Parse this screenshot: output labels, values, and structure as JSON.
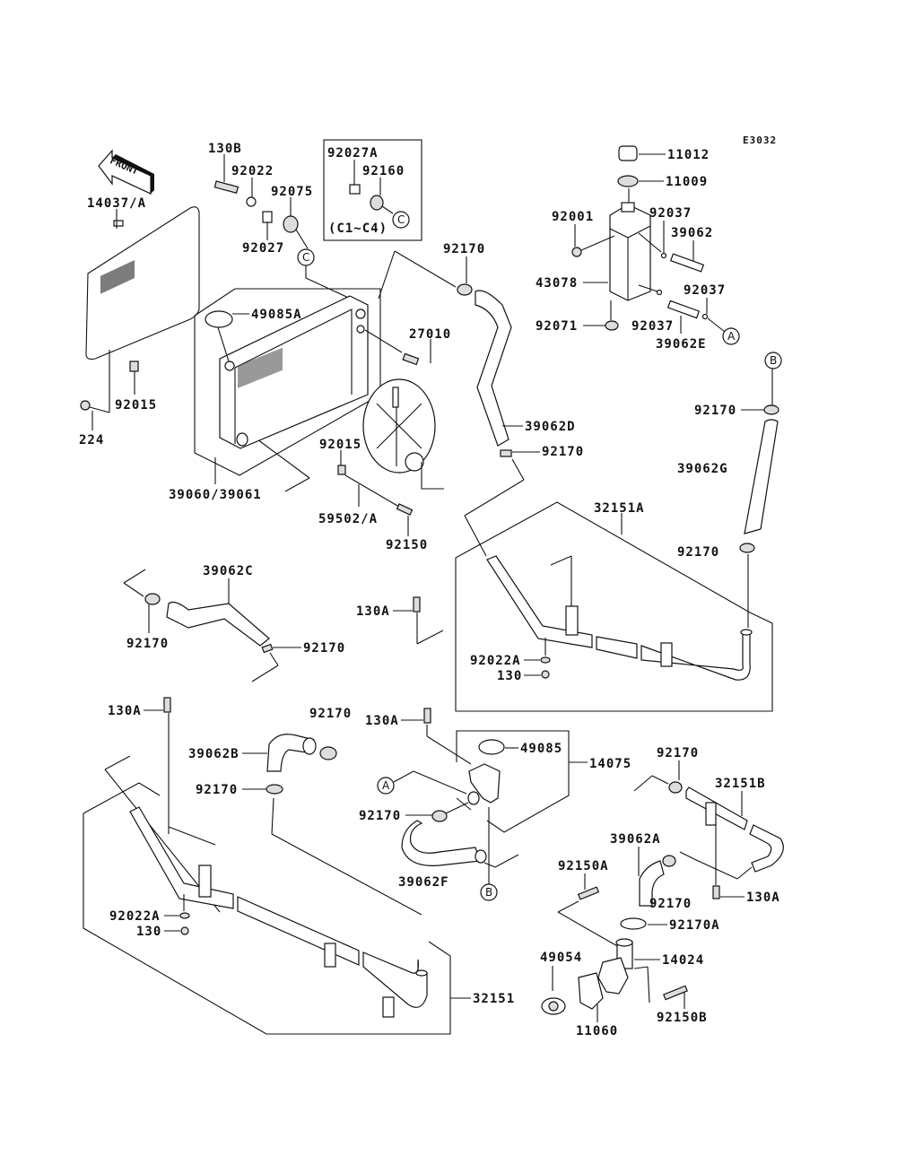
{
  "diagram": {
    "code": "E3032",
    "front_label": "FRONT",
    "refs": {
      "A": "A",
      "B": "B",
      "C": "C"
    },
    "c_range": "(C1~C4)",
    "labels": [
      {
        "id": "130B",
        "text": "130B"
      },
      {
        "id": "92022",
        "text": "92022"
      },
      {
        "id": "92075",
        "text": "92075"
      },
      {
        "id": "92027",
        "text": "92027"
      },
      {
        "id": "92027A",
        "text": "92027A"
      },
      {
        "id": "92160",
        "text": "92160"
      },
      {
        "id": "14037A",
        "text": "14037/A"
      },
      {
        "id": "92015a",
        "text": "92015"
      },
      {
        "id": "224",
        "text": "224"
      },
      {
        "id": "49085A",
        "text": "49085A"
      },
      {
        "id": "27010",
        "text": "27010"
      },
      {
        "id": "3906039061",
        "text": "39060/39061"
      },
      {
        "id": "92015b",
        "text": "92015"
      },
      {
        "id": "59502A",
        "text": "59502/A"
      },
      {
        "id": "92150",
        "text": "92150"
      },
      {
        "id": "92170a",
        "text": "92170"
      },
      {
        "id": "39062D",
        "text": "39062D"
      },
      {
        "id": "92170b",
        "text": "92170"
      },
      {
        "id": "11012",
        "text": "11012"
      },
      {
        "id": "11009",
        "text": "11009"
      },
      {
        "id": "92001",
        "text": "92001"
      },
      {
        "id": "92037a",
        "text": "92037"
      },
      {
        "id": "39062",
        "text": "39062"
      },
      {
        "id": "43078",
        "text": "43078"
      },
      {
        "id": "92037b",
        "text": "92037"
      },
      {
        "id": "92071",
        "text": "92071"
      },
      {
        "id": "92037c",
        "text": "92037"
      },
      {
        "id": "39062E",
        "text": "39062E"
      },
      {
        "id": "92170c",
        "text": "92170"
      },
      {
        "id": "39062G",
        "text": "39062G"
      },
      {
        "id": "92170d",
        "text": "92170"
      },
      {
        "id": "32151A",
        "text": "32151A"
      },
      {
        "id": "39062C",
        "text": "39062C"
      },
      {
        "id": "92170e",
        "text": "92170"
      },
      {
        "id": "92170f",
        "text": "92170"
      },
      {
        "id": "130Aa",
        "text": "130A"
      },
      {
        "id": "92022Aa",
        "text": "92022A"
      },
      {
        "id": "130a",
        "text": "130"
      },
      {
        "id": "130Ab",
        "text": "130A"
      },
      {
        "id": "92170g",
        "text": "92170"
      },
      {
        "id": "39062B",
        "text": "39062B"
      },
      {
        "id": "92170h",
        "text": "92170"
      },
      {
        "id": "130Ac",
        "text": "130A"
      },
      {
        "id": "49085",
        "text": "49085"
      },
      {
        "id": "14075",
        "text": "14075"
      },
      {
        "id": "92170i",
        "text": "92170"
      },
      {
        "id": "39062F",
        "text": "39062F"
      },
      {
        "id": "92022Ab",
        "text": "92022A"
      },
      {
        "id": "130b",
        "text": "130"
      },
      {
        "id": "32151",
        "text": "32151"
      },
      {
        "id": "92170j",
        "text": "92170"
      },
      {
        "id": "32151B",
        "text": "32151B"
      },
      {
        "id": "39062A",
        "text": "39062A"
      },
      {
        "id": "92150A",
        "text": "92150A"
      },
      {
        "id": "92170k",
        "text": "92170"
      },
      {
        "id": "130Ad",
        "text": "130A"
      },
      {
        "id": "92170A",
        "text": "92170A"
      },
      {
        "id": "14024",
        "text": "14024"
      },
      {
        "id": "49054",
        "text": "49054"
      },
      {
        "id": "11060",
        "text": "11060"
      },
      {
        "id": "92150B",
        "text": "92150B"
      }
    ]
  }
}
